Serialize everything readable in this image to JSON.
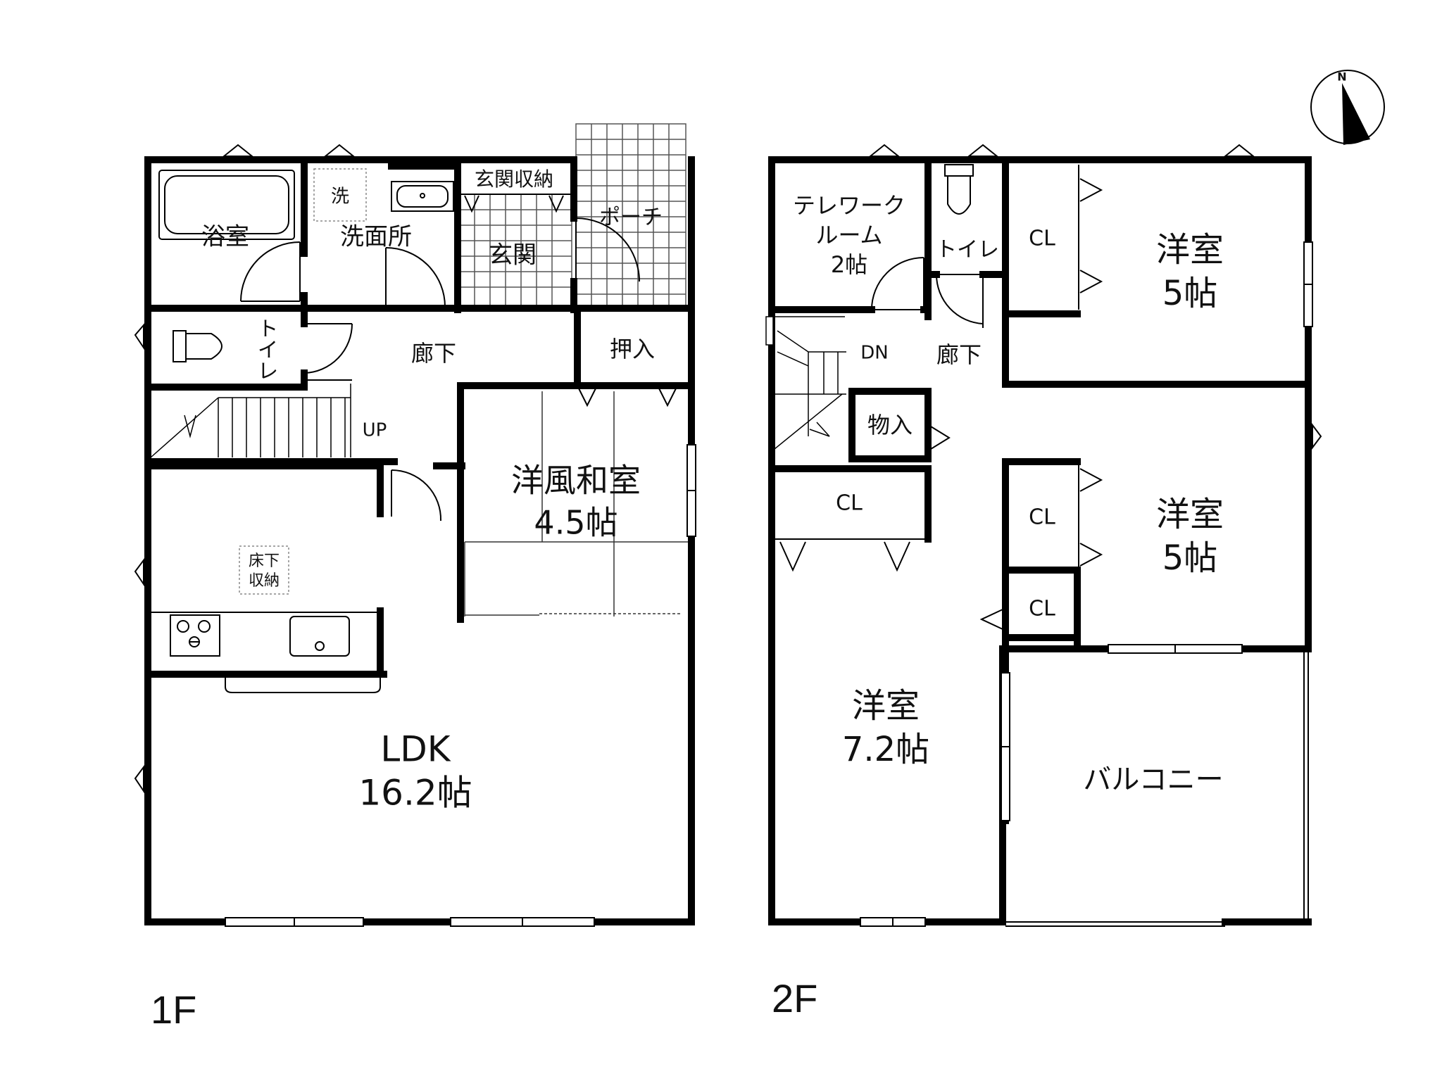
{
  "floors": {
    "first": {
      "label": "1F",
      "rooms": {
        "bath": "浴室",
        "wash_mark": "洗",
        "washroom": "洗面所",
        "entrance_storage": "玄関収納",
        "porch": "ポーチ",
        "entrance": "玄関",
        "toilet": "トイレ",
        "hall": "廊下",
        "oshiire": "押入",
        "stair_up": "UP",
        "washitsu_name": "洋風和室",
        "washitsu_size": "4.5帖",
        "underfloor_line1": "床下",
        "underfloor_line2": "収納",
        "ldk_name": "LDK",
        "ldk_size": "16.2帖"
      }
    },
    "second": {
      "label": "2F",
      "rooms": {
        "telework_line1": "テレワーク",
        "telework_line2": "ルーム",
        "telework_size": "2帖",
        "toilet": "トイレ",
        "cl_top": "CL",
        "room_ne_name": "洋室",
        "room_ne_size": "5帖",
        "stair_dn": "DN",
        "hall": "廊下",
        "storage": "物入",
        "cl_mid_left": "CL",
        "cl_mid_right": "CL",
        "room_e_name": "洋室",
        "room_e_size": "5帖",
        "cl_small": "CL",
        "room_sw_name": "洋室",
        "room_sw_size": "7.2帖",
        "balcony": "バルコニー"
      }
    }
  },
  "compass": {
    "north_label": "N"
  }
}
